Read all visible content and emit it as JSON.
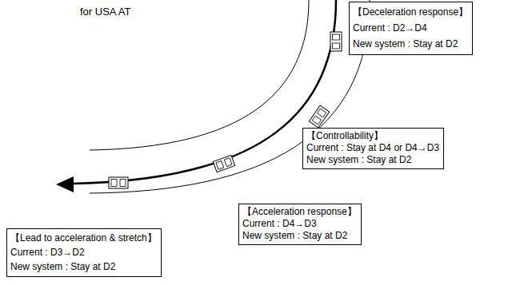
{
  "diagram": {
    "title": "for USA AT",
    "nodes": [
      {
        "text": [
          "【Deceleration response】",
          "Current : D2→D4",
          "New system : Stay at D2"
        ]
      },
      {
        "text": [
          "【Controllability】",
          "Current : Stay at D4 or D4→D3",
          "New system : Stay at D2"
        ]
      },
      {
        "text": [
          "【Acceleration response】",
          "Current : D4→D3",
          "New system : Stay at D2"
        ]
      },
      {
        "text": [
          "【Lead to acceleration & stretch】",
          "Current : D3→D2",
          "New system : Stay at D2"
        ]
      }
    ]
  }
}
